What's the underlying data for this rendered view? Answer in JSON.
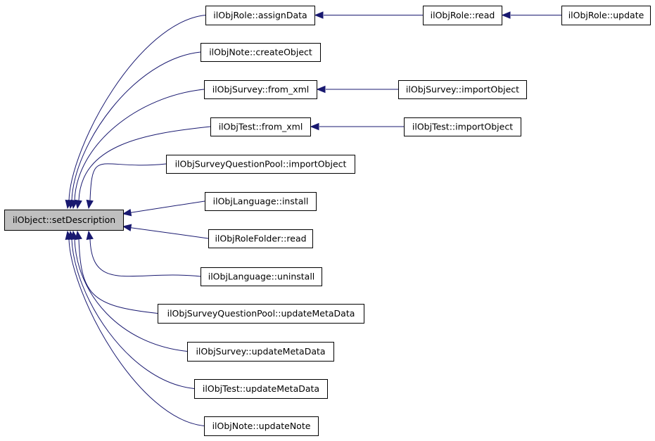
{
  "graph": {
    "root": "ilObject::setDescription",
    "node_labels": {
      "root": "ilObject::setDescription",
      "assignData": "ilObjRole::assignData",
      "createObject": "ilObjNote::createObject",
      "survey_from_xml": "ilObjSurvey::from_xml",
      "test_from_xml": "ilObjTest::from_xml",
      "sqp_import": "ilObjSurveyQuestionPool::importObject",
      "lang_install": "ilObjLanguage::install",
      "rolefolder_read": "ilObjRoleFolder::read",
      "lang_uninstall": "ilObjLanguage::uninstall",
      "sqp_update": "ilObjSurveyQuestionPool::updateMetaData",
      "survey_update": "ilObjSurvey::updateMetaData",
      "test_update": "ilObjTest::updateMetaData",
      "note_update": "ilObjNote::updateNote",
      "role_read": "ilObjRole::read",
      "role_update": "ilObjRole::update",
      "survey_import": "ilObjSurvey::importObject",
      "test_import": "ilObjTest::importObject"
    },
    "edges": [
      {
        "from": "assignData",
        "to": "root"
      },
      {
        "from": "createObject",
        "to": "root"
      },
      {
        "from": "survey_from_xml",
        "to": "root"
      },
      {
        "from": "test_from_xml",
        "to": "root"
      },
      {
        "from": "sqp_import",
        "to": "root"
      },
      {
        "from": "lang_install",
        "to": "root"
      },
      {
        "from": "rolefolder_read",
        "to": "root"
      },
      {
        "from": "lang_uninstall",
        "to": "root"
      },
      {
        "from": "sqp_update",
        "to": "root"
      },
      {
        "from": "survey_update",
        "to": "root"
      },
      {
        "from": "test_update",
        "to": "root"
      },
      {
        "from": "note_update",
        "to": "root"
      },
      {
        "from": "role_read",
        "to": "assignData"
      },
      {
        "from": "role_update",
        "to": "role_read"
      },
      {
        "from": "survey_import",
        "to": "survey_from_xml"
      },
      {
        "from": "test_import",
        "to": "test_from_xml"
      }
    ],
    "colors": {
      "edge": "#191970",
      "root_fill": "#bfbfbf",
      "node_fill": "#ffffff",
      "node_border": "#000000"
    }
  }
}
